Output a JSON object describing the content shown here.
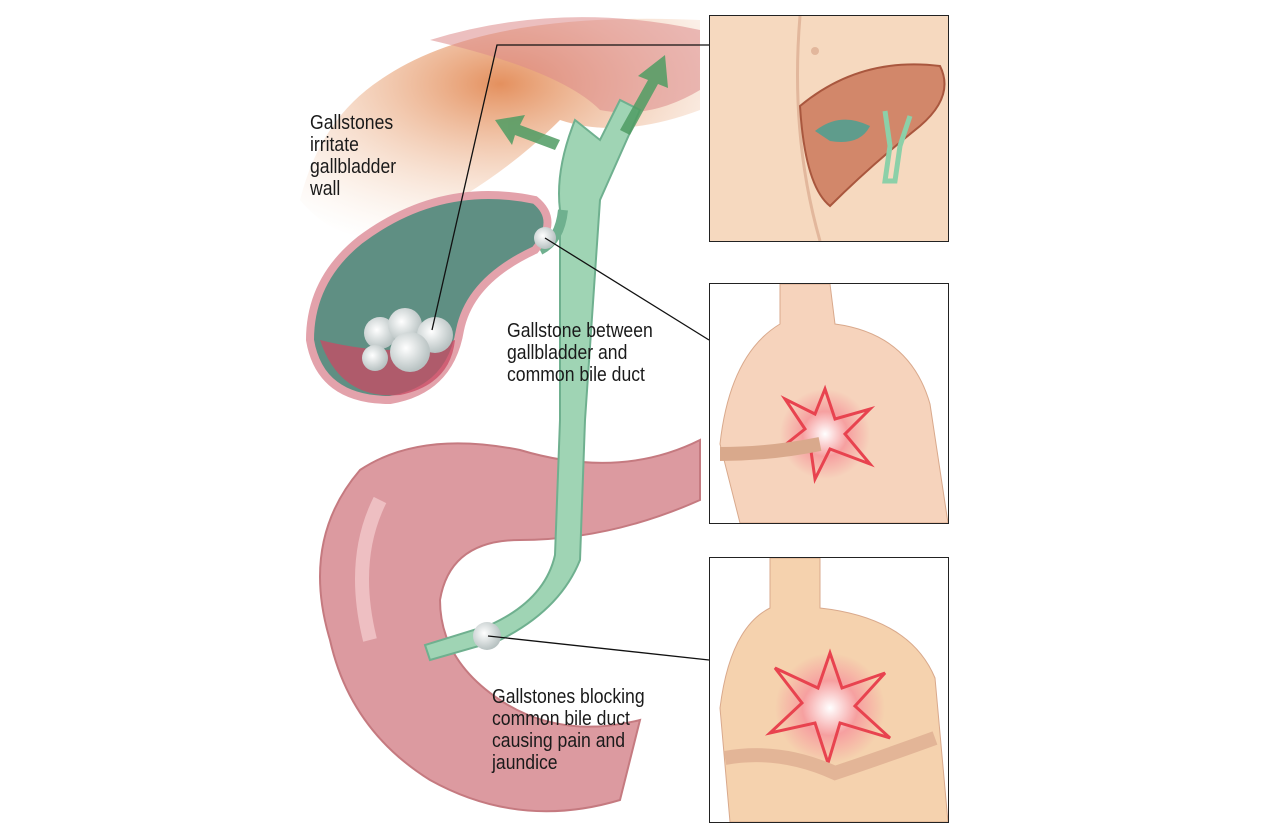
{
  "labels": {
    "irritate": [
      "Gallstones",
      "irritate",
      "gallbladder",
      "wall"
    ],
    "between": [
      "Gallstone between",
      "gallbladder and",
      "common bile duct"
    ],
    "blocking": [
      "Gallstones blocking",
      "common bile duct",
      "causing pain and",
      "jaundice"
    ]
  },
  "colors": {
    "skin": "#f6d9bf",
    "liver": "#d2876a",
    "gallbladder": "#5f8f83",
    "duct": "#9fd4b4",
    "intestine": "#dc9aa0",
    "pain": "#e8434f",
    "arrow": "#4f9c63"
  }
}
